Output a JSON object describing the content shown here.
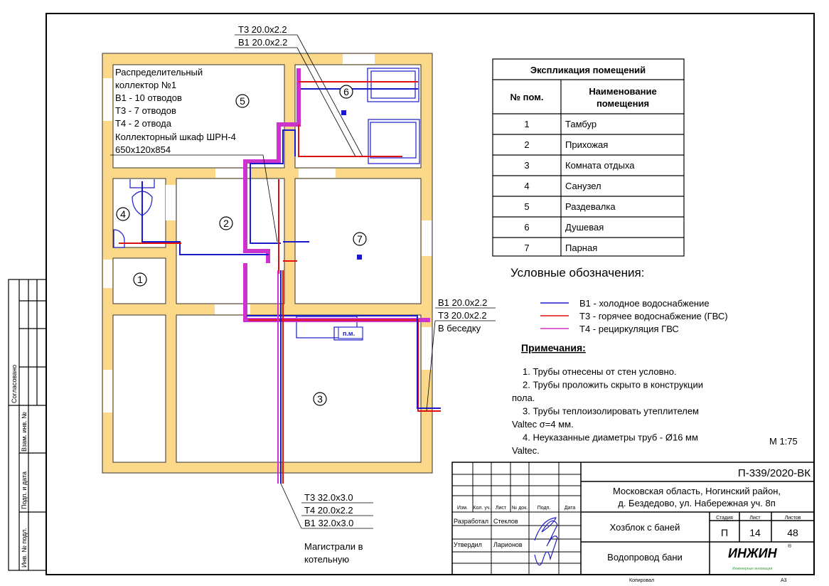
{
  "plan": {
    "top_labels": [
      "Т3 20.0x2.2",
      "В1 20.0x2.2"
    ],
    "collector_note": [
      "Распределительный",
      "коллектор №1",
      "В1 - 10 отводов",
      "Т3 - 7 отводов",
      "Т4 - 2 отвода",
      "Коллекторный шкаф ШРН-4",
      "650x120x854"
    ],
    "room_numbers": [
      "1",
      "2",
      "3",
      "4",
      "5",
      "6",
      "7"
    ],
    "pm_label": "п.м.",
    "right_labels": [
      "В1 20.0x2.2",
      "Т3 20.0x2.2",
      "В беседку"
    ],
    "bottom_labels": [
      "Т3 32.0x3.0",
      "Т4 20.0x2.2",
      "В1 32.0x3.0"
    ],
    "bottom_note": [
      "Магистрали в",
      "котельную"
    ]
  },
  "explication": {
    "title": "Экспликация помещений",
    "col_num": "№ пом.",
    "col_name": [
      "Наименование",
      "помещения"
    ],
    "rows": [
      {
        "num": "1",
        "name": "Тамбур"
      },
      {
        "num": "2",
        "name": "Прихожая"
      },
      {
        "num": "3",
        "name": "Комната отдыха"
      },
      {
        "num": "4",
        "name": "Санузел"
      },
      {
        "num": "5",
        "name": "Раздевалка"
      },
      {
        "num": "6",
        "name": "Душевая"
      },
      {
        "num": "7",
        "name": "Парная"
      }
    ]
  },
  "legend": {
    "title": "Условные обозначения:",
    "items": [
      {
        "label": "В1 - холодное водоснабжение",
        "color": "#1a1acc"
      },
      {
        "label": "Т3 - горячее водоснабжение (ГВС)",
        "color": "#e01010"
      },
      {
        "label": "Т4 - рециркуляция ГВС",
        "color": "#cc33cc"
      }
    ]
  },
  "notes": {
    "title": "Примечания:",
    "lines": [
      "1.    Трубы отнесены от стен условно.",
      "2.    Трубы проложить скрыто в конструкции",
      "пола.",
      "3.    Трубы теплоизолировать утеплителем",
      "Valtec σ=4 мм.",
      "4.    Неуказанные диаметры труб - Ø16 мм",
      "Valtec."
    ]
  },
  "scale": "М 1:75",
  "title_block": {
    "code": "П-339/2020-ВК",
    "address": [
      "Московская область, Ногинский район,",
      "д. Бездедово, ул. Набережная уч. 8п"
    ],
    "headers": [
      "Изм.",
      "Кол. уч.",
      "Лист",
      "№ док.",
      "Подп.",
      "Дата"
    ],
    "roles": [
      {
        "role": "Разработал",
        "name": "Стеклов"
      },
      {
        "role": "Утвердил",
        "name": "Ларионов"
      }
    ],
    "object": "Хозблок с баней",
    "sheet_title": "Водопровод бани",
    "stage_label": "Стадия",
    "sheet_label": "Лист",
    "sheets_label": "Листов",
    "stage": "П",
    "sheet": "14",
    "sheets": "48",
    "logo": "ИНЖИН",
    "logo_sub": "Инженерные инновации",
    "copied": "Копировал",
    "format": "А3"
  },
  "side_stamp": [
    "Согласовано",
    "Взам. инв. №",
    "Подп. и дата",
    "Инв. № подл."
  ],
  "colors": {
    "wall": "#fcd98a",
    "cold": "#1a1acc",
    "hot": "#e01010",
    "recirc": "#cc33cc"
  }
}
